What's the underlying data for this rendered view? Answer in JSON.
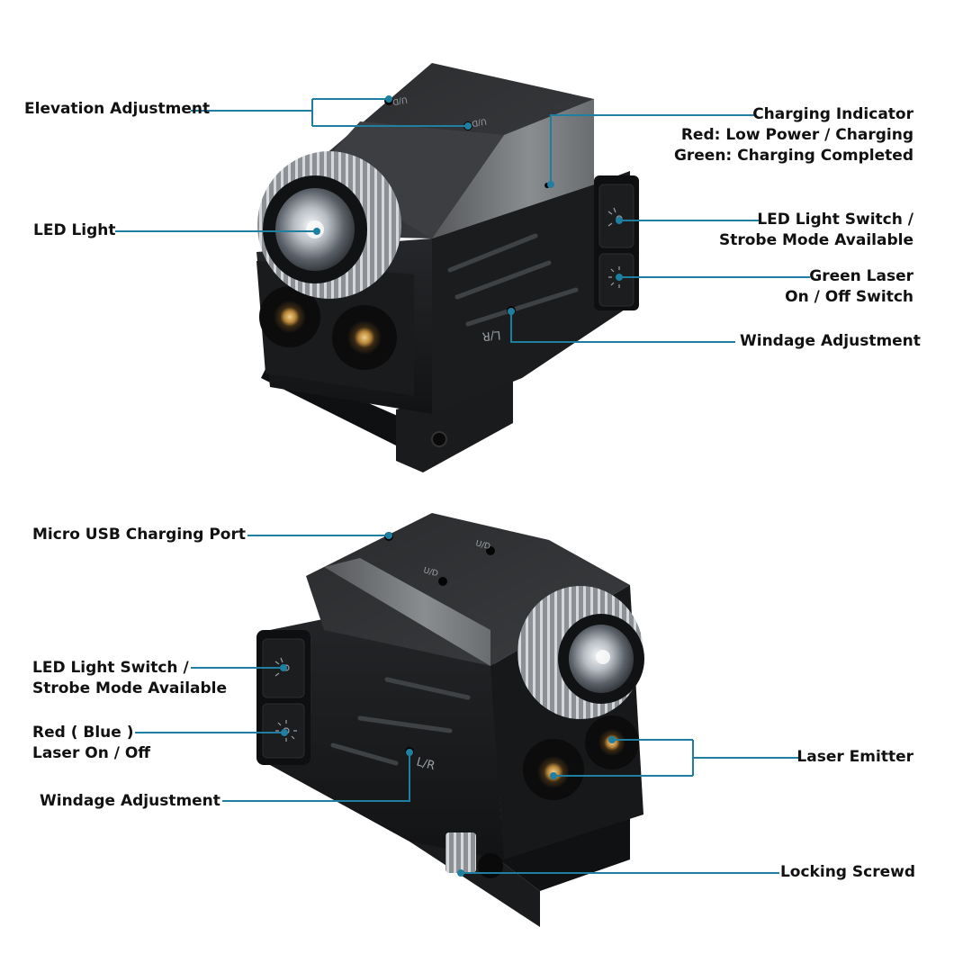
{
  "colors": {
    "leader": "#1f7fa0",
    "label_text": "#111111",
    "body_dark": "#1c1d1f",
    "body_face": "#6e7174"
  },
  "top_view": {
    "labels": {
      "elevation": [
        "Elevation Adjustment"
      ],
      "charging": [
        "Charging Indicator",
        "Red: Low Power / Charging",
        "Green: Charging Completed"
      ],
      "led_light": [
        "LED Light"
      ],
      "led_switch": [
        "LED Light Switch /",
        "Strobe Mode Available"
      ],
      "green_laser": [
        "Green Laser",
        "On / Off Switch"
      ],
      "windage": [
        "Windage Adjustment"
      ]
    },
    "engravings": {
      "ud_1": "U/D",
      "ud_2": "U/D",
      "lr": "L/R"
    }
  },
  "bottom_view": {
    "labels": {
      "usb_port": [
        "Micro USB Charging Port"
      ],
      "led_switch": [
        "LED Light Switch /",
        "Strobe Mode Available"
      ],
      "red_laser": [
        "Red ( Blue )",
        "Laser On / Off"
      ],
      "windage": [
        "Windage Adjustment"
      ],
      "laser_emitter": [
        "Laser Emitter"
      ],
      "locking_screw": [
        "Locking Screwd"
      ]
    },
    "engravings": {
      "ud_1": "U/D",
      "ud_2": "U/D",
      "lr": "L/R"
    }
  }
}
